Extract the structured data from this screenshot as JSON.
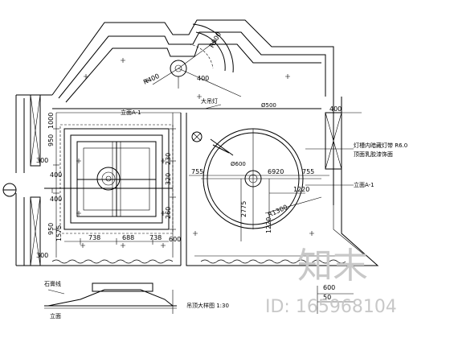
{
  "drawing": {
    "dimensions": {
      "d_950": "950",
      "d_1000": "1000",
      "d_400_top": "400",
      "d_300_left_a": "300",
      "d_400_left": "400",
      "d_755_a": "755",
      "d_6920": "6920",
      "d_755_b": "755",
      "d_1220": "1220",
      "d_2775": "2775",
      "d_1220_b": "1220",
      "d_950_b": "950",
      "d_1575": "1575",
      "d_738": "738",
      "d_688": "688",
      "d_738_b": "738",
      "d_400_bot": "400",
      "d_300_left_b": "300",
      "d_230": "230",
      "d_260": "260",
      "d_320": "320",
      "d_400_right": "400",
      "d_600_mid": "600",
      "d_r400": "R400",
      "d_r900": "R900",
      "d_r1300": "R1300",
      "d_600_bottom": "600",
      "d_50_bottom": "50",
      "d_400_note": "400"
    },
    "labels": {
      "ceiling_note": "灯槽内暗藏灯带 R6.0",
      "ceiling_note_2": "顶面乳胶漆饰面",
      "wall_label": "立面A-1",
      "section_title": "吊顶大样图 1:30",
      "section_left": "石膏线",
      "section_bottom": "立面",
      "center_label": "Ø600",
      "small_label": "Ø500",
      "upper_label": "大吊灯"
    },
    "watermark": {
      "brand": "知末",
      "id_text": "ID: 165968104"
    }
  }
}
